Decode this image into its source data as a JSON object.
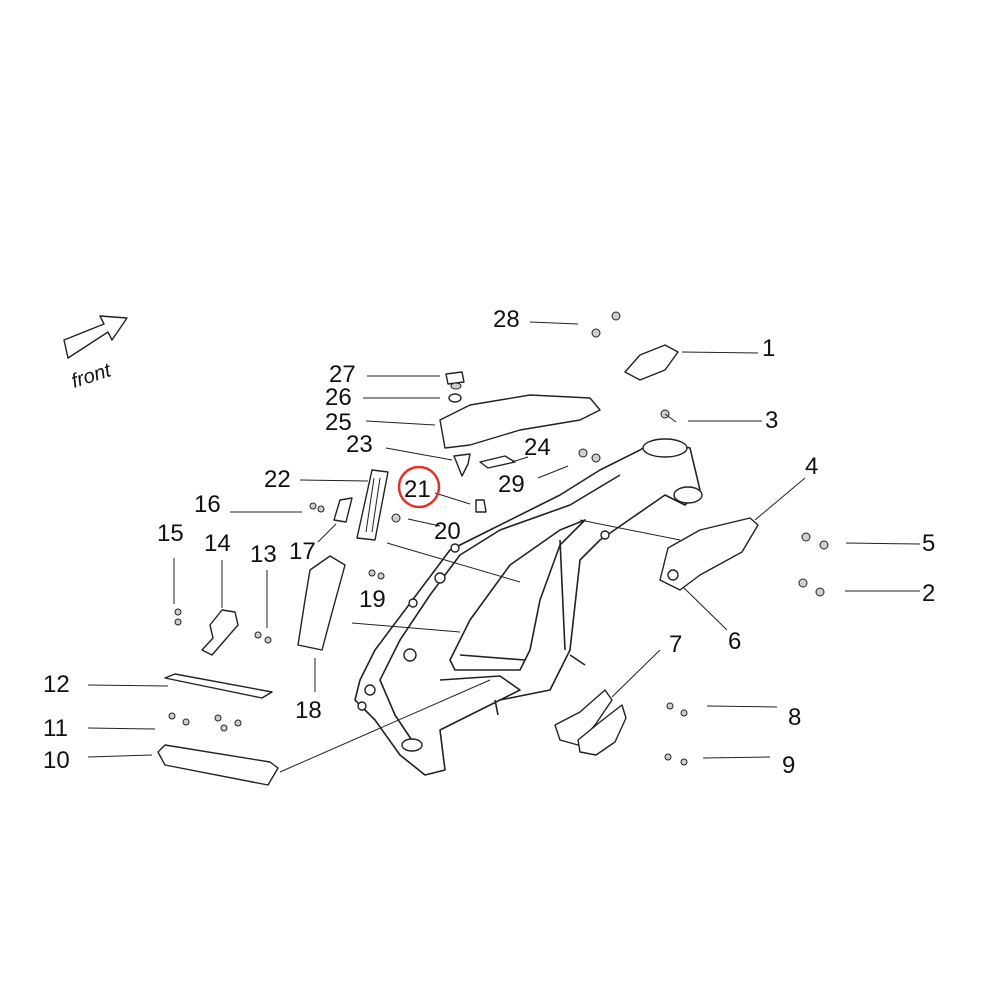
{
  "diagram": {
    "direction_label": "front",
    "highlight_color": "#e0332b",
    "highlighted_part": "21",
    "labels": {
      "p1": "1",
      "p2": "2",
      "p3": "3",
      "p4": "4",
      "p5": "5",
      "p6": "6",
      "p7": "7",
      "p8": "8",
      "p9": "9",
      "p10": "10",
      "p11": "11",
      "p12": "12",
      "p13": "13",
      "p14": "14",
      "p15": "15",
      "p16": "16",
      "p17": "17",
      "p18": "18",
      "p19": "19",
      "p20": "20",
      "p21": "21",
      "p22": "22",
      "p23": "23",
      "p24": "24",
      "p25": "25",
      "p26": "26",
      "p27": "27",
      "p28": "28",
      "p29": "29"
    }
  }
}
